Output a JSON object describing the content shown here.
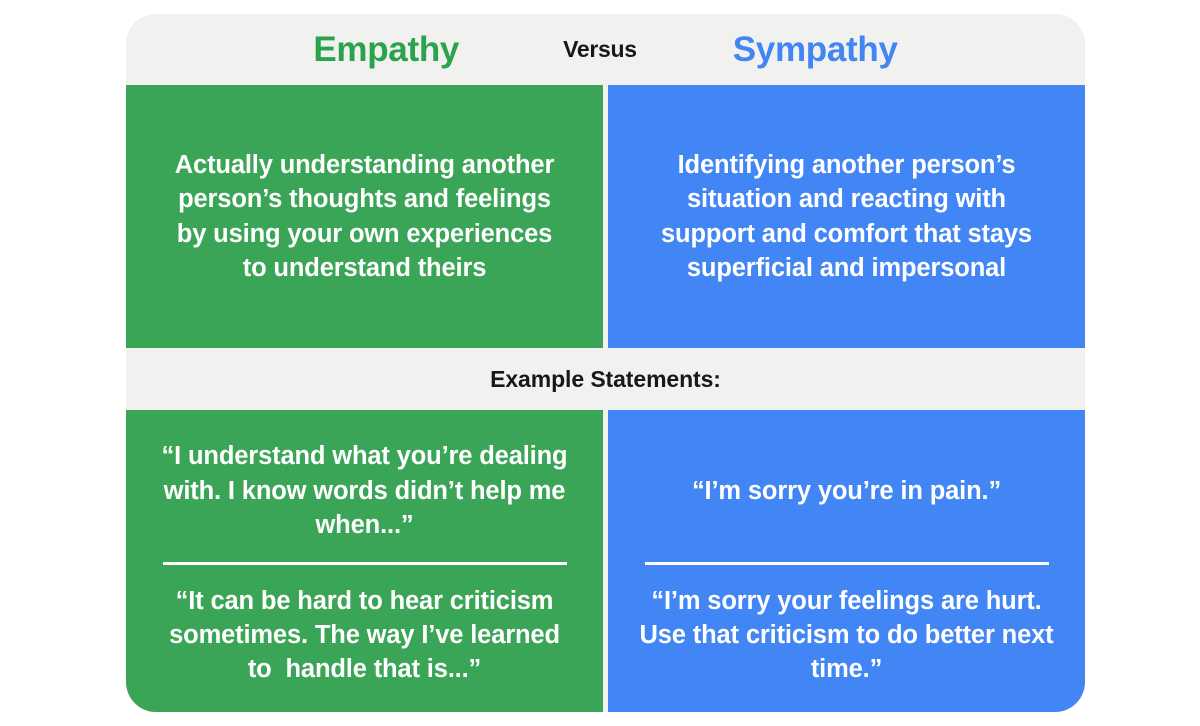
{
  "theme": {
    "green": "#3ba557",
    "blue": "#4285f4",
    "band_gray": "#f1f1f0",
    "text_dark": "#17181a",
    "text_light": "#ffffff",
    "page_background": "#ffffff"
  },
  "header": {
    "left_title": "Empathy",
    "middle_title": "Versus",
    "right_title": "Sympathy"
  },
  "definitions": {
    "empathy": "Actually understanding another person’s thoughts and feelings by using your own experiences to understand theirs",
    "sympathy": "Identifying another person’s situation and reacting with support and comfort that stays superficial and impersonal"
  },
  "examples_band": {
    "label": "Example Statements:"
  },
  "examples": {
    "empathy": [
      "“I understand what you’re dealing with. I know words didn’t help me when...”",
      "“It can be hard to hear criticism sometimes. The way I’ve learned to  handle that is...”"
    ],
    "sympathy": [
      "“I’m sorry you’re in pain.”",
      "“I’m sorry your feelings are hurt. Use that criticism to do better next time.”"
    ]
  }
}
